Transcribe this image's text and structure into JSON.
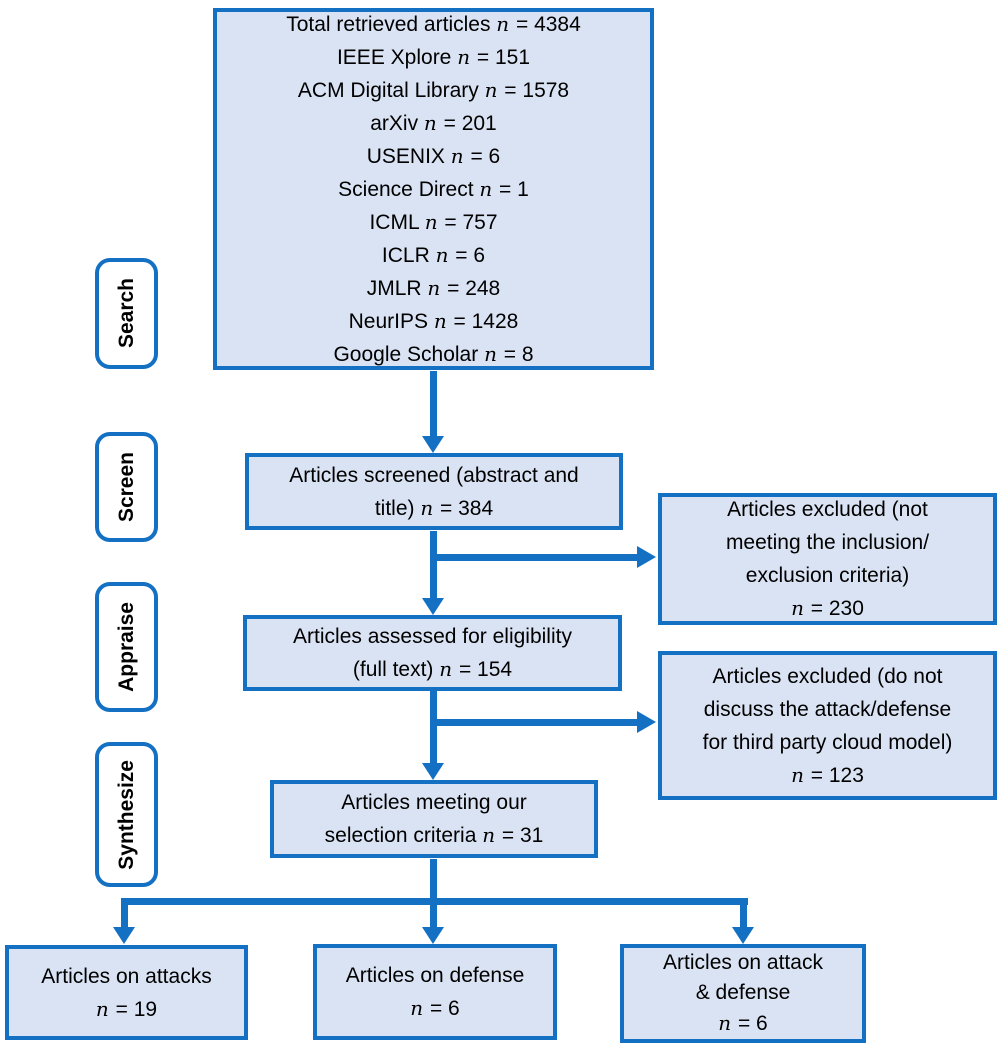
{
  "colors": {
    "accent": "#1470C2",
    "box_fill": "#DAE3F3",
    "label_fill": "#FFFFFF",
    "text_color": "#000000",
    "background": "#FFFFFF"
  },
  "stages": [
    {
      "label": "Search"
    },
    {
      "label": "Screen"
    },
    {
      "label": "Appraise"
    },
    {
      "label": "Synthesize"
    }
  ],
  "boxes": {
    "total": {
      "lines": [
        "Total retrieved articles n = 4384",
        "IEEE Xplore n = 151",
        "ACM Digital Library n = 1578",
        "arXiv n = 201",
        "USENIX n = 6",
        "Science Direct n = 1",
        "ICML n = 757",
        "ICLR n = 6",
        "JMLR n = 248",
        "NeurIPS n = 1428",
        "Google Scholar n = 8"
      ]
    },
    "screened": {
      "lines": [
        "Articles screened (abstract and",
        "title) n = 384"
      ]
    },
    "excluded_screen": {
      "lines": [
        "Articles excluded (not",
        "meeting the inclusion/",
        "exclusion criteria)",
        "n = 230"
      ]
    },
    "assessed": {
      "lines": [
        "Articles assessed for eligibility",
        "(full text) n = 154"
      ]
    },
    "excluded_appraise": {
      "lines": [
        "Articles excluded (do not",
        "discuss the attack/defense",
        "for third party cloud model)",
        "n = 123"
      ]
    },
    "meeting": {
      "lines": [
        "Articles meeting our",
        "selection criteria n = 31"
      ]
    },
    "attacks": {
      "lines": [
        "Articles on attacks",
        "n = 19"
      ]
    },
    "defense": {
      "lines": [
        "Articles on defense",
        "n = 6"
      ]
    },
    "attack_defense": {
      "lines": [
        "Articles on attack",
        "& defense",
        "n = 6"
      ]
    }
  }
}
